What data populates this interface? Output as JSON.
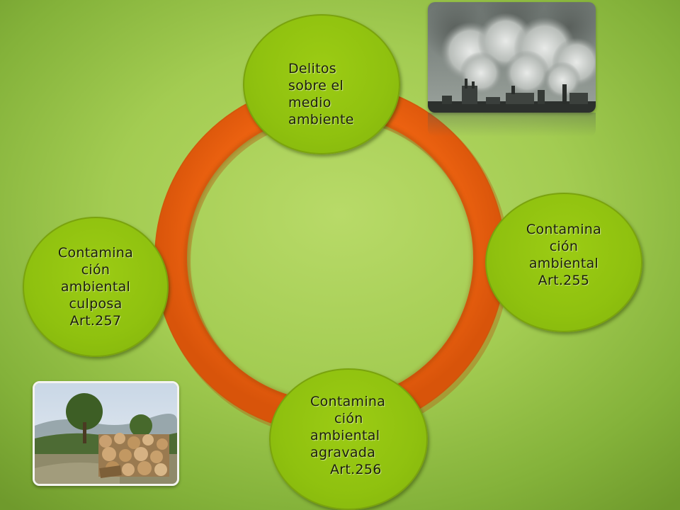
{
  "diagram": {
    "nodes": {
      "top": {
        "lines": [
          "Delitos",
          "sobre el",
          "medio",
          "ambiente"
        ]
      },
      "right": {
        "lines": [
          "Contamina",
          "ción",
          "ambiental",
          "Art.255"
        ]
      },
      "left": {
        "lines": [
          "Contamina",
          "ción",
          "ambiental",
          "culposa",
          "Art.257"
        ]
      },
      "bottom": {
        "lines": [
          "Contamina",
          "ción",
          "ambiental",
          "agravada",
          "Art.256"
        ]
      }
    },
    "colors": {
      "ring": "#f06a12",
      "node": "#8fc10f",
      "background": "#a3cc52"
    }
  },
  "images": {
    "top_right": "factory-smoke-photo",
    "bottom_left": "cut-logs-photo"
  }
}
